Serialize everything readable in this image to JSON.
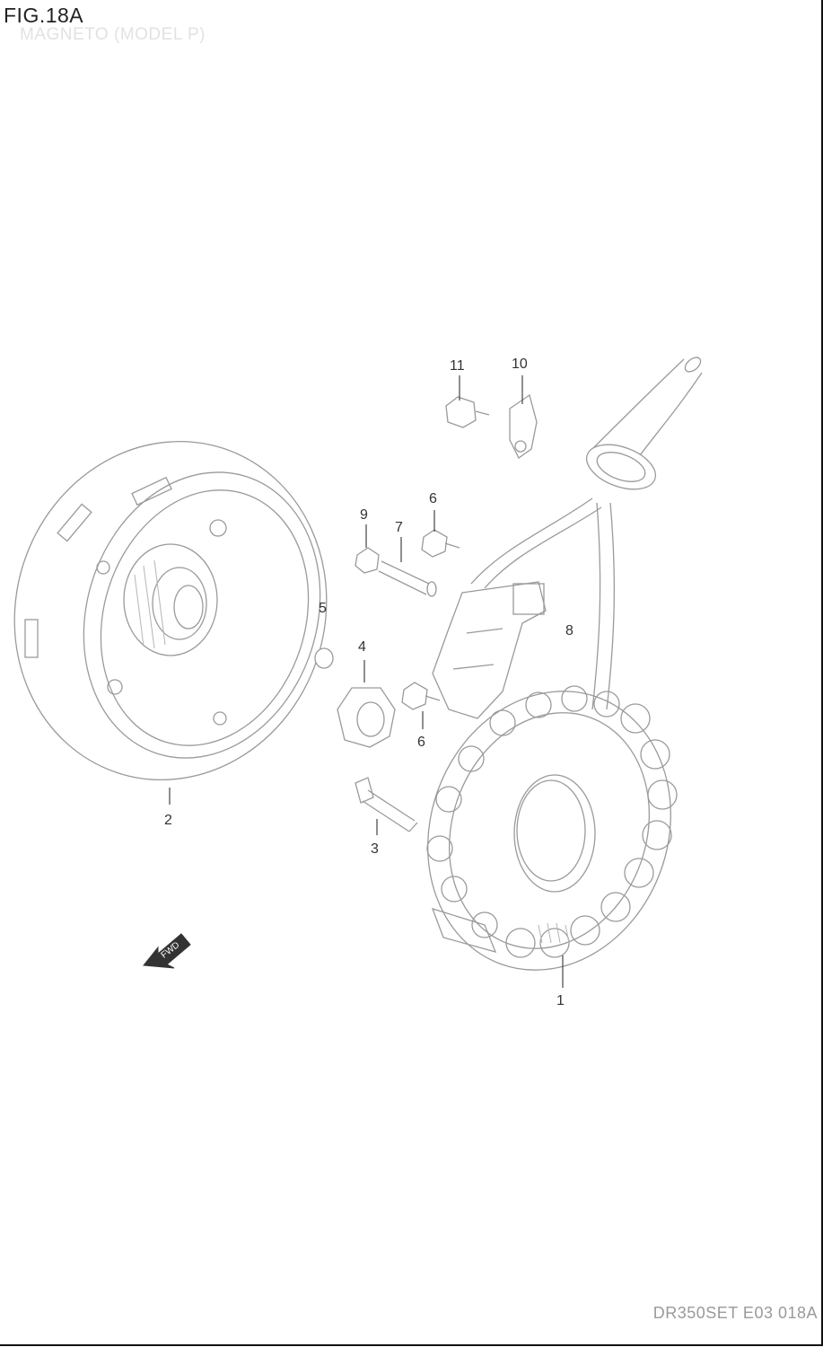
{
  "figure": {
    "title": "FIG.18A",
    "subtitle": "MAGNETO (MODEL P)",
    "document_code": "DR350SET E03 018A",
    "fwd_label": "FWD"
  },
  "callouts": [
    "1",
    "2",
    "3",
    "4",
    "5",
    "6",
    "6",
    "7",
    "8",
    "9",
    "10",
    "11"
  ],
  "colors": {
    "line": "#9a9a9a",
    "text": "#333333",
    "subtitle": "#e2e2e2"
  }
}
